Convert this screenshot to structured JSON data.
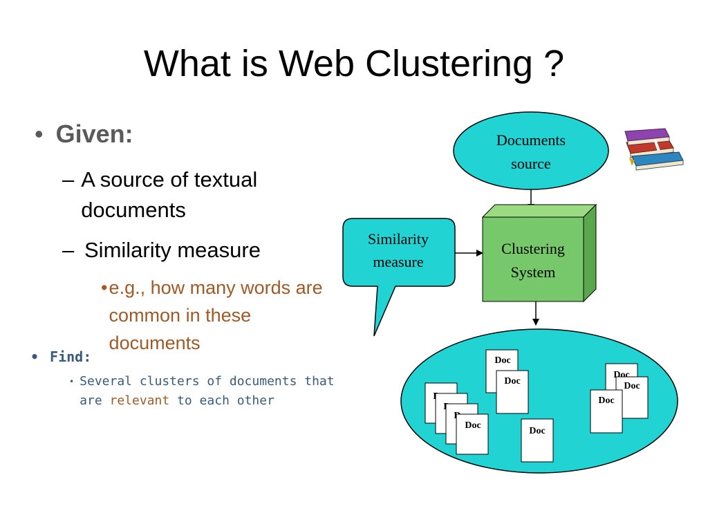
{
  "title": "What is Web Clustering ?",
  "given": {
    "label": "Given:",
    "items": [
      "A source of textual documents",
      "Similarity measure"
    ],
    "example": "e.g., how many words are common in these documents"
  },
  "find": {
    "label": "Find:",
    "text_before": "Several clusters of documents that are",
    "highlight": "relevant",
    "text_after": "to each other"
  },
  "diagram": {
    "documents_source": [
      "Documents",
      "source"
    ],
    "similarity_measure": [
      "Similarity",
      "measure"
    ],
    "clustering_system": [
      "Clustering",
      "System"
    ],
    "doc_label": "Doc",
    "colors": {
      "cyan": "#22d3d3",
      "green_front": "#77c86a",
      "green_top": "#9bdc82",
      "green_side": "#5aa84e",
      "book_red": "#c0392b"
    }
  }
}
